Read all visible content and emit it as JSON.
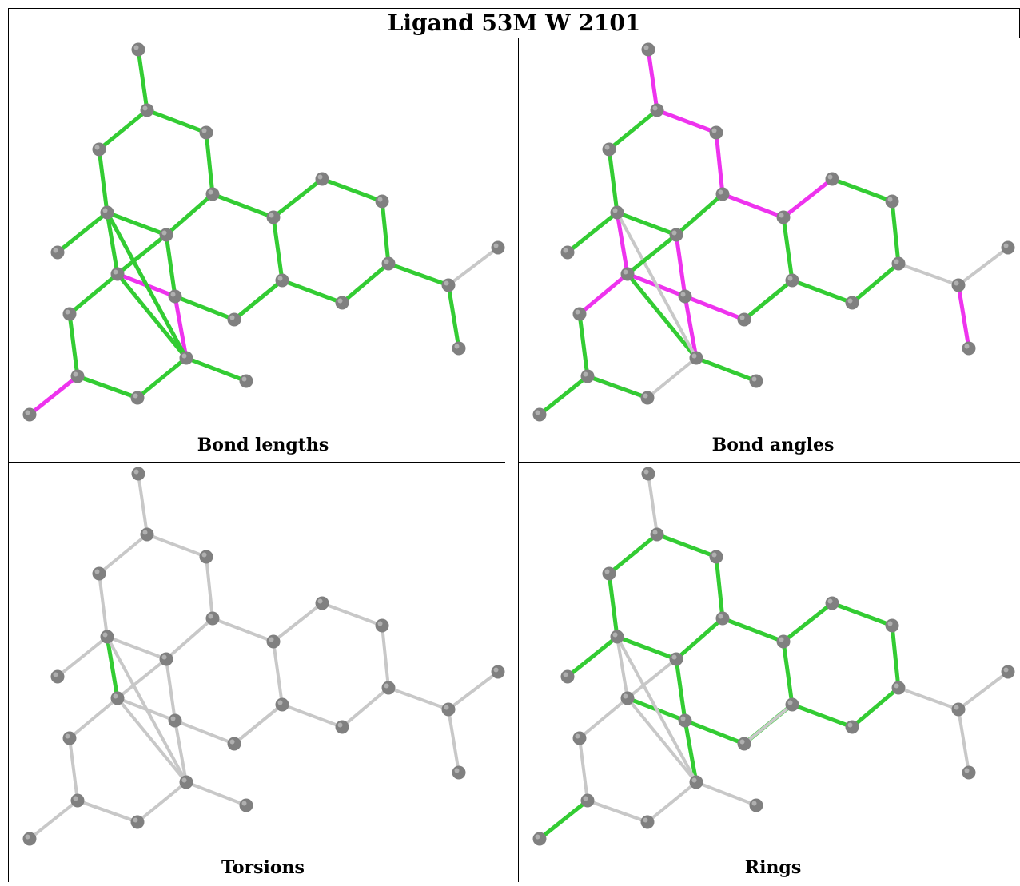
{
  "title": "Ligand 53M W 2101",
  "colors": {
    "atom": "#808080",
    "atom_highlight": "#b0b0b0",
    "bond_default": "#c8c8c8",
    "bond_ok": "#33cc33",
    "bond_outlier": "#ee33ee"
  },
  "panels": [
    {
      "caption": "Bond lengths",
      "bond_colors": [
        "green",
        "green",
        "green",
        "green",
        "green",
        "green",
        "green",
        "green",
        "green",
        "green",
        "green",
        "green",
        "green",
        "green",
        "green",
        "green",
        "green",
        "green",
        "green",
        "green",
        "green",
        "green",
        "magenta",
        "magenta",
        "magenta",
        "green",
        "green",
        "green",
        "green",
        "grey",
        "green",
        "green",
        "green",
        "green",
        "green"
      ]
    },
    {
      "caption": "Bond angles",
      "bond_colors": [
        "magenta",
        "magenta",
        "magenta",
        "magenta",
        "magenta",
        "green",
        "green",
        "green",
        "green",
        "green",
        "green",
        "green",
        "green",
        "green",
        "green",
        "green",
        "magenta",
        "magenta",
        "green",
        "magenta",
        "magenta",
        "magenta",
        "green",
        "magenta",
        "magenta",
        "grey",
        "green",
        "green",
        "grey",
        "grey",
        "magenta",
        "grey",
        "green",
        "green",
        "green"
      ]
    },
    {
      "caption": "Torsions",
      "bond_colors": [
        "grey",
        "grey",
        "grey",
        "grey",
        "grey",
        "grey",
        "grey",
        "grey",
        "grey",
        "grey",
        "grey",
        "grey",
        "grey",
        "grey",
        "grey",
        "grey",
        "green",
        "grey",
        "grey",
        "grey",
        "grey",
        "grey",
        "grey",
        "grey",
        "grey",
        "grey",
        "grey",
        "grey",
        "grey",
        "grey",
        "grey",
        "grey",
        "grey",
        "grey",
        "grey"
      ]
    },
    {
      "caption": "Rings",
      "bond_colors": [
        "grey",
        "green",
        "green",
        "green",
        "green",
        "green",
        "green",
        "green",
        "green",
        "green",
        "green",
        "green",
        "green",
        "green",
        "green",
        "green",
        "grey",
        "grey",
        "grey",
        "grey",
        "green",
        "green",
        "green",
        "green",
        "green",
        "grey",
        "grey",
        "grey",
        "grey",
        "grey",
        "grey",
        "grey",
        "grey",
        "grey",
        "grey"
      ]
    }
  ]
}
